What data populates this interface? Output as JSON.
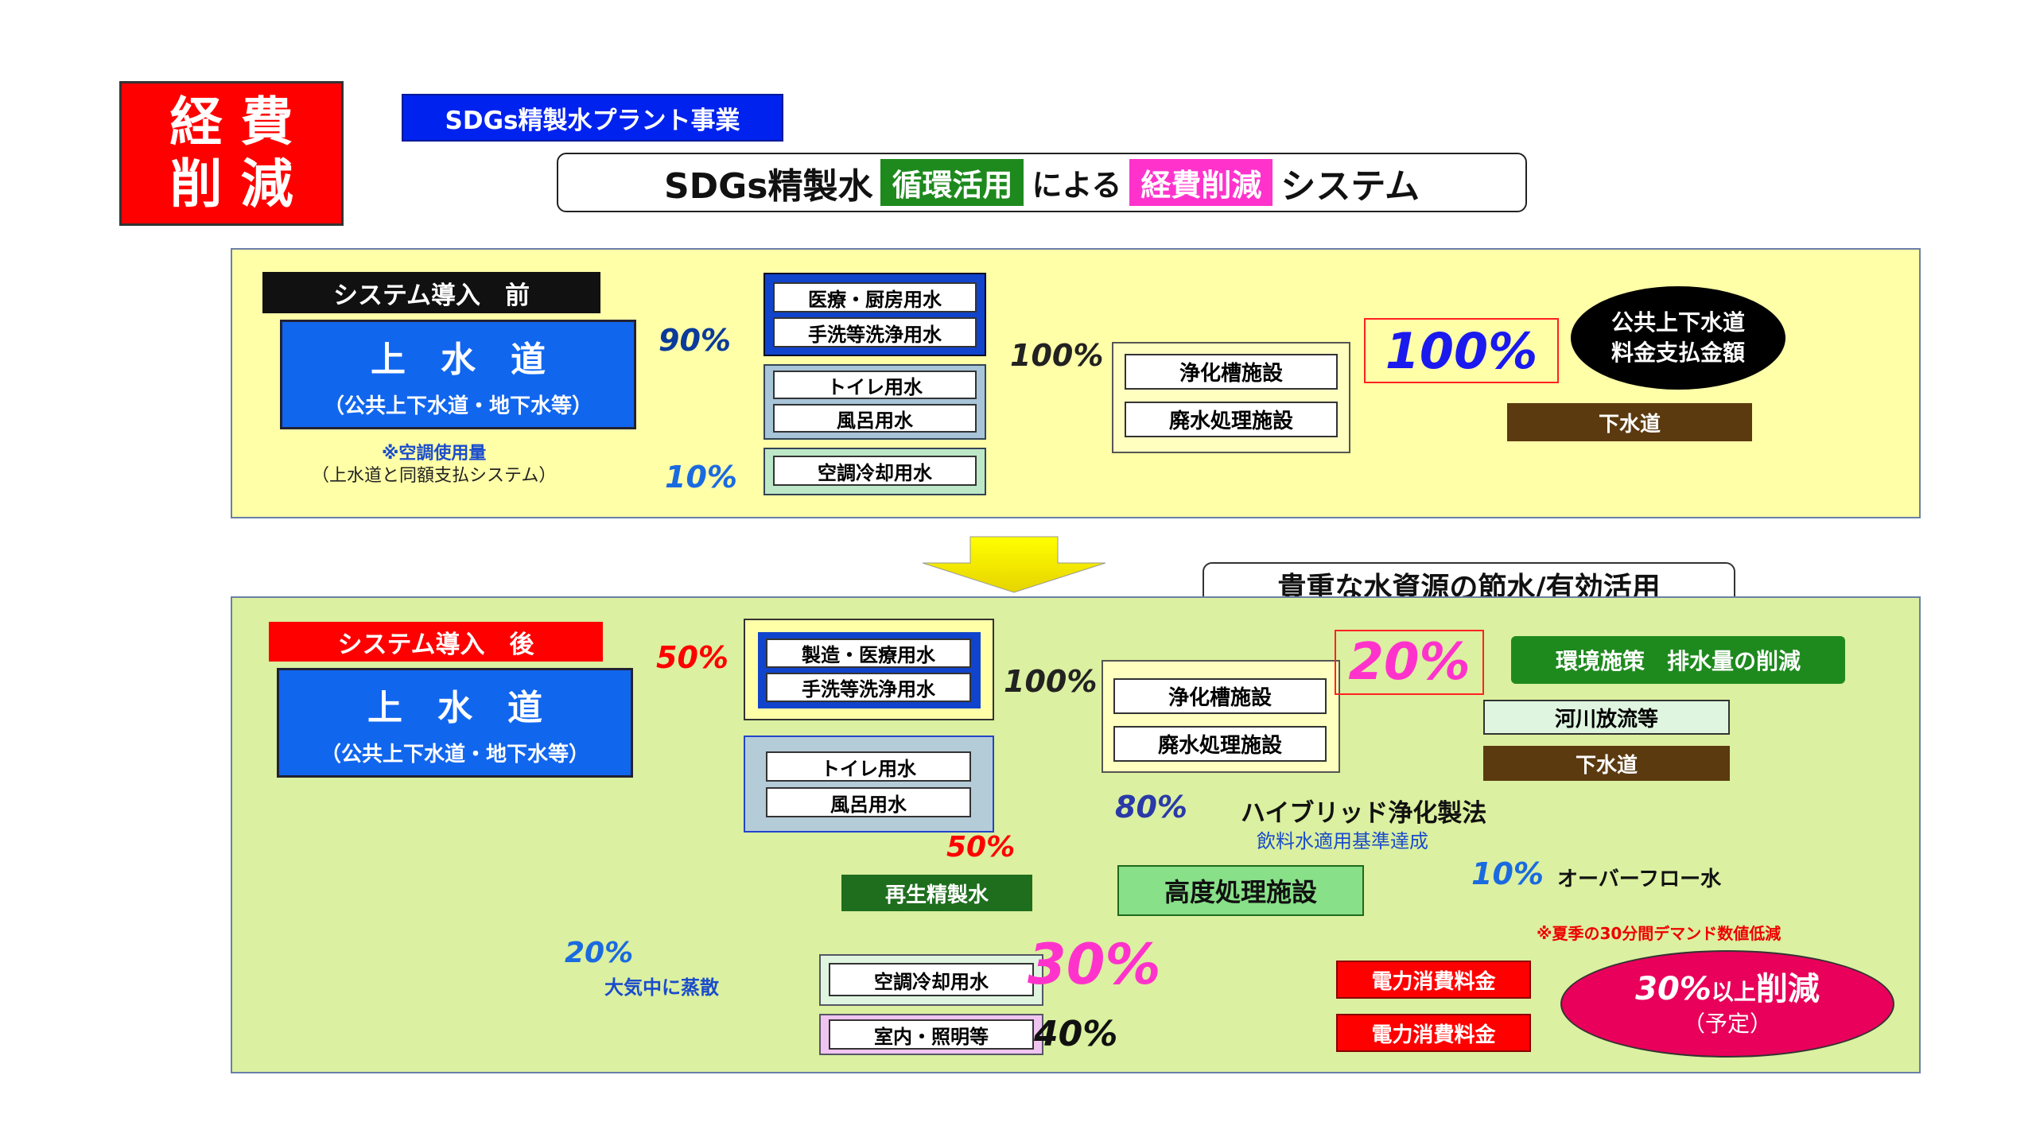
{
  "badge": {
    "line1": "経 費",
    "line2": "削 減"
  },
  "project_label": "SDGs精製水プラント事業",
  "title": {
    "part1": "SDGs精製水",
    "tag1": "循環活用",
    "part2": "による",
    "tag2": "経費削減",
    "part3": "システム"
  },
  "before": {
    "header": "システム導入　前",
    "main_title": "上　水　道",
    "main_sub": "（公共上下水道・地下水等）",
    "note_title": "※空調使用量",
    "note_sub": "（上水道と同額支払システム）",
    "pct_90": "90%",
    "pct_10": "10%",
    "pct_100a": "100%",
    "pct_100b": "100%",
    "uses_a": [
      "医療・厨房用水",
      "手洗等洗浄用水"
    ],
    "uses_b": [
      "トイレ用水",
      "風呂用水"
    ],
    "use_c": "空調冷却用水",
    "treat": [
      "浄化槽施設",
      "廃水処理施設"
    ],
    "public_water_cost": [
      "公共上下水道",
      "料金支払金額"
    ],
    "sewer": "下水道"
  },
  "middle_caption": "貴重な水資源の節水/有効活用",
  "after": {
    "header": "システム導入　後",
    "main_title": "上　水　道",
    "main_sub": "（公共上下水道・地下水等）",
    "pct_50a": "50%",
    "pct_100": "100%",
    "pct_20": "20%",
    "pct_80": "80%",
    "pct_50b": "50%",
    "pct_10": "10%",
    "pct_20b": "20%",
    "pct_30": "30%",
    "pct_40": "40%",
    "uses_a": [
      "製造・医療用水",
      "手洗等洗浄用水"
    ],
    "uses_b": [
      "トイレ用水",
      "風呂用水"
    ],
    "treat": [
      "浄化槽施設",
      "廃水処理施設"
    ],
    "env_policy": "環境施策　排水量の削減",
    "river": "河川放流等",
    "sewer": "下水道",
    "hybrid": "ハイブリッド浄化製法",
    "drinking": "飲料水適用基準達成",
    "overflow": "オーバーフロー水",
    "advanced": "高度処理施設",
    "recycled": "再生精製水",
    "evap": "大気中に蒸散",
    "ac_cooling": "空調冷却用水",
    "indoor": "室内・照明等",
    "power1": "電力消費料金",
    "power2": "電力消費料金",
    "summer_note": "※夏季の30分間デマンド数値低減",
    "reduction_main_a": "30%",
    "reduction_main_b": "以上",
    "reduction_main_c": "削減",
    "reduction_sub": "（予定）"
  },
  "colors": {
    "red": "#ff0000",
    "blue": "#0033ff",
    "green": "#1e8a1e",
    "magenta": "#ff33cc",
    "yellow_panel": "#ffffa8",
    "green_panel": "#dbf0a0",
    "brown": "#5b3a10"
  }
}
